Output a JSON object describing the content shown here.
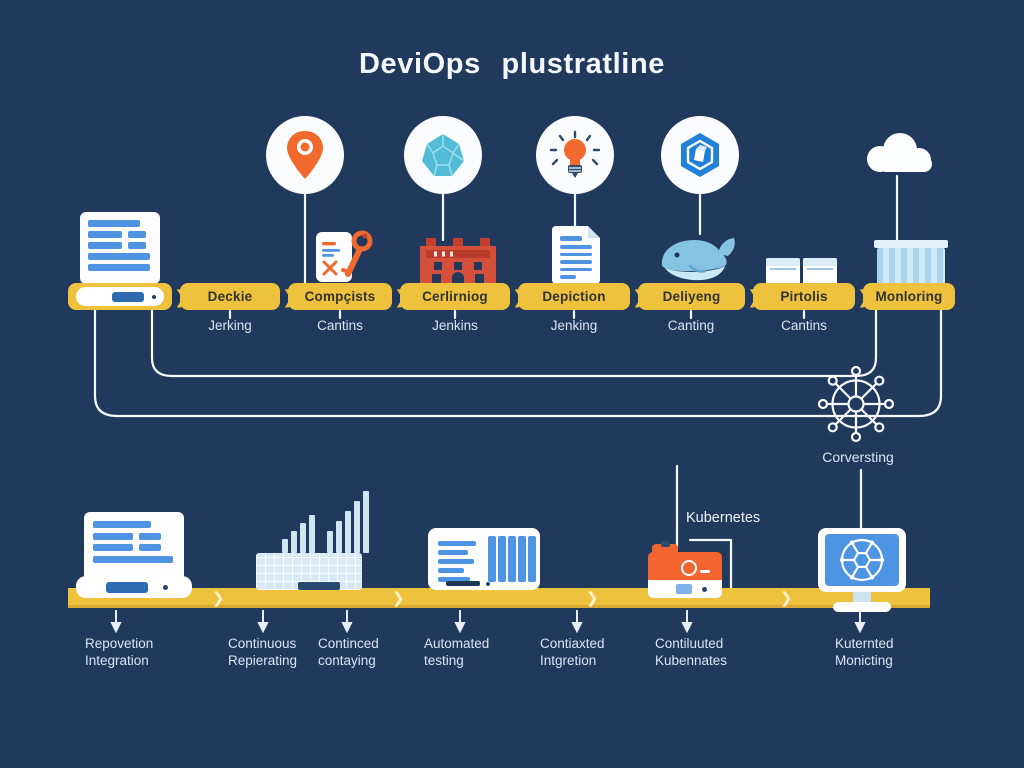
{
  "title": "DeviOps plustratline",
  "glyphs": {
    "chevron": "❯"
  },
  "colors": {
    "background": "#20395c",
    "accent_yellow": "#efc23e",
    "blue": "#4f94e3",
    "light_blue": "#cfe6f2",
    "orange": "#f2692e",
    "red": "#d4503a",
    "teal": "#52bcd6",
    "hex_blue": "#2180d8",
    "line_white": "#ffffff",
    "label_text": "#dbe5ef",
    "segment_text": "#333333"
  },
  "icons": [
    "location-pin-icon",
    "gem-icon",
    "lightbulb-icon",
    "hexagon-package-icon",
    "cloud-icon",
    "laptop-icon",
    "phone-key-icon",
    "factory-icon",
    "document-icon",
    "docker-whale-icon",
    "storage-boxes-icon",
    "shipping-container-icon",
    "network-hub-icon",
    "spreadsheet-chart-icon",
    "document-list-icon",
    "kubernetes-folder-icon",
    "helm-monitor-icon"
  ],
  "pipeline": {
    "segments": [
      {
        "label": "Deckie",
        "sublabel": "Jerking"
      },
      {
        "label": "Compçists",
        "sublabel": "Cantins"
      },
      {
        "label": "Cerlirniog",
        "sublabel": "Jenkins"
      },
      {
        "label": "Depiction",
        "sublabel": "Jenking"
      },
      {
        "label": "Deliyeng",
        "sublabel": "Canting"
      },
      {
        "label": "Pirtolis",
        "sublabel": "Cantins"
      },
      {
        "label": "Monloring",
        "sublabel": ""
      }
    ]
  },
  "hub": {
    "label": "Corversting"
  },
  "kubernetes_callout": {
    "label": "Kubernetes"
  },
  "bottom_labels": [
    {
      "line1": "Repovetion",
      "line2": "Integration"
    },
    {
      "line1": "Continuous",
      "line2": "Repierating"
    },
    {
      "line1": "Continced",
      "line2": "contaying"
    },
    {
      "line1": "Automated",
      "line2": "testing"
    },
    {
      "line1": "Contiaxted",
      "line2": "Intgretion"
    },
    {
      "line1": "Contiluuted",
      "line2": "Kubennates"
    },
    {
      "line1": "Kuternted",
      "line2": "Monicting"
    }
  ]
}
